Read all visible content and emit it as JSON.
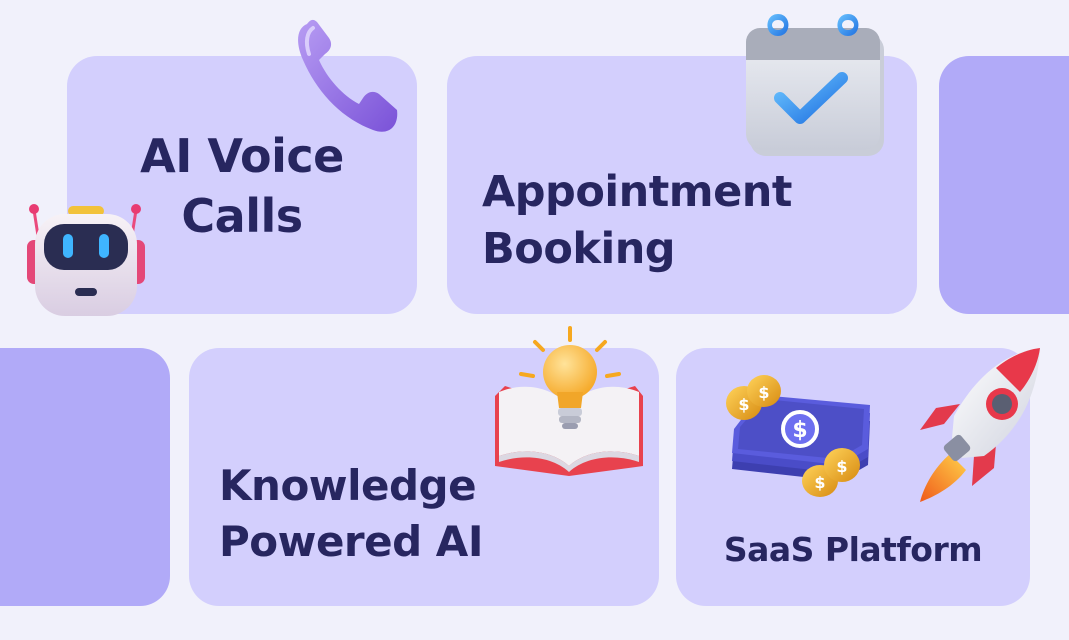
{
  "cards": [
    {
      "title_line1": "AI Voice",
      "title_line2": "Calls"
    },
    {
      "title_line1": "Appointment",
      "title_line2": "Booking"
    },
    {
      "title_line1": "Knowledge",
      "title_line2": "Powered AI"
    },
    {
      "title": "SaaS Platform"
    }
  ],
  "icons": [
    "phone-icon",
    "robot-icon",
    "calendar-check-icon",
    "lightbulb-book-icon",
    "money-stack-icon",
    "rocket-icon"
  ],
  "colors": {
    "background": "#f1f1fb",
    "card_light": "#d3cffd",
    "card_dark": "#b1aaf8",
    "text": "#272660"
  }
}
